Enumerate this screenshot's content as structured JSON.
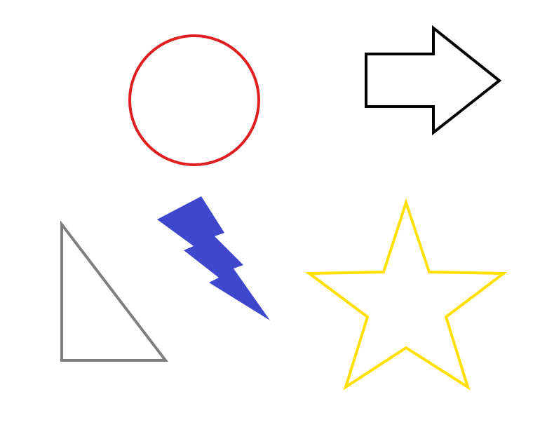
{
  "canvas": {
    "background": "#ffffff"
  },
  "shapes": [
    {
      "id": "circle",
      "kind": "circle",
      "stroke": "#e02020",
      "fill": "none"
    },
    {
      "id": "arrow",
      "kind": "right-arrow",
      "stroke": "#000000",
      "fill": "none"
    },
    {
      "id": "lightning",
      "kind": "lightning-bolt",
      "stroke": "none",
      "fill": "#3f48cc"
    },
    {
      "id": "triangle",
      "kind": "right-triangle",
      "stroke": "#7f7f7f",
      "fill": "none"
    },
    {
      "id": "star",
      "kind": "five-point-star",
      "stroke": "#ffe000",
      "fill": "none"
    }
  ]
}
